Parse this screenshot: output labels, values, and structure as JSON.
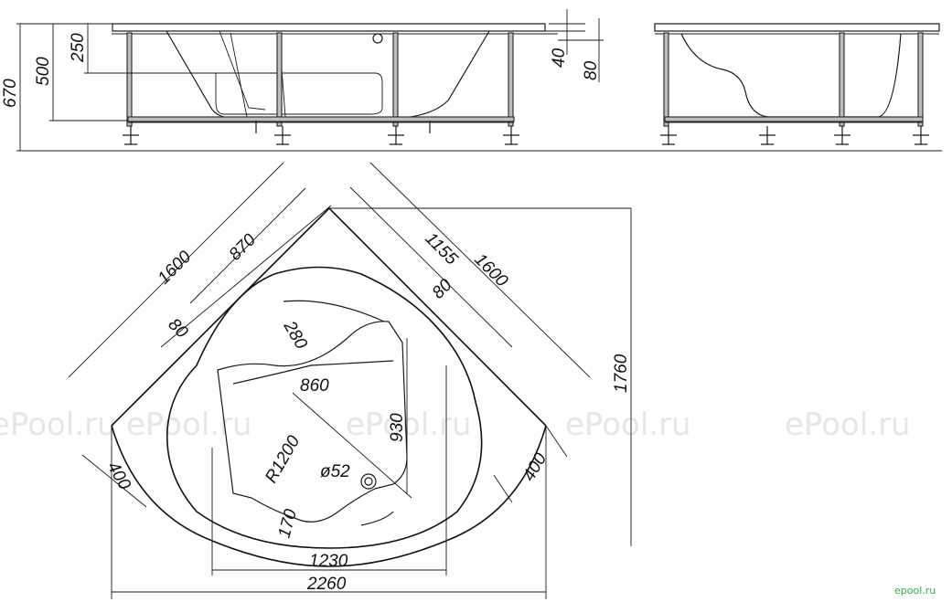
{
  "watermark": "ePool.ru",
  "brand_logo": "epool.ru",
  "side_view_dims": {
    "height_total": "670",
    "height_body": "500",
    "height_seat": "250",
    "rim_40": "40",
    "rim_80": "80"
  },
  "plan_view_dims": {
    "side_left": "1600",
    "side_right": "1600",
    "inner_left": "870",
    "inner_right": "1155",
    "rim_left": "80",
    "rim_right": "80",
    "seat_depth": "280",
    "seat_length": "860",
    "basin_depth": "930",
    "radius": "R1200",
    "drain": "ø52",
    "step": "170",
    "bottom_width": "1230",
    "total_width": "2260",
    "total_height": "1760",
    "end_left": "400",
    "end_right": "400"
  }
}
